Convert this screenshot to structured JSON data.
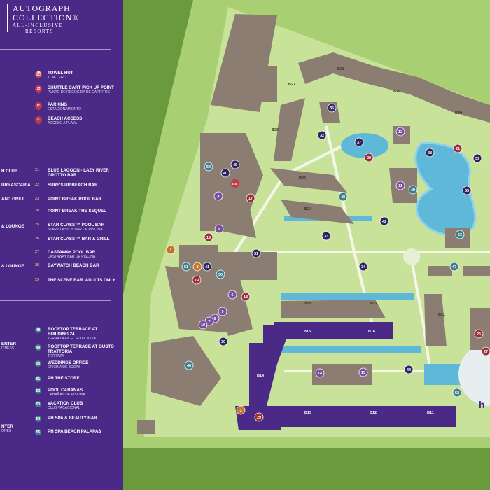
{
  "brand": {
    "line1": "AUTOGRAPH",
    "line2": "COLLECTION®",
    "line3": "ALL-INCLUSIVE",
    "line4": "RESORTS"
  },
  "legend_services": [
    {
      "icon": "towel-hut-icon",
      "title": "TOWEL HUT",
      "sub": "TOALLERO"
    },
    {
      "icon": "shuttle-icon",
      "title": "SHUTTLE CART PICK UP POINT",
      "sub": "PUNTO DE RECOGIDA DE CARRITOS"
    },
    {
      "icon": "parking-icon",
      "title": "PARKING",
      "sub": "ESTACIONAMIENTO"
    },
    {
      "icon": "beach-access-icon",
      "title": "BEACH ACCESS",
      "sub": "ACCESO A PLAYA"
    }
  ],
  "legend_left_partial": [
    "H CLUB",
    "URRASCARIA.",
    "AND GRILL.",
    "& LOUNGE",
    "",
    "& LOUNGE"
  ],
  "legend_bars": [
    {
      "n": "21",
      "title": "BLUE LAGOON - LAZY RIVER GROTTO BAR",
      "sub": ""
    },
    {
      "n": "22",
      "title": "SURF'S UP BEACH BAR",
      "sub": ""
    },
    {
      "n": "23",
      "title": "POINT BREAK POOL BAR",
      "sub": ""
    },
    {
      "n": "24",
      "title": "POINT BREAK THE SEQUEL",
      "sub": ""
    },
    {
      "n": "25",
      "title": "STAR CLASS ™ POOL BAR",
      "sub": "STAR CLASS ™ BAR DE PISCINA"
    },
    {
      "n": "26",
      "title": "STAR CLASS ™ BAR & GRILL",
      "sub": ""
    },
    {
      "n": "27",
      "title": "CASTAWAY POOL BAR",
      "sub": "CASTAWAY BAR DE PISCINA"
    },
    {
      "n": "28",
      "title": "BAYWATCH BEACH BAR",
      "sub": ""
    },
    {
      "n": "29",
      "title": "THE SCENE BAR. ADULTS ONLY",
      "sub": ""
    }
  ],
  "legend_left_partial2": [
    "ENTER",
    "ITNESS",
    "",
    "",
    "",
    "NTER",
    "ONES"
  ],
  "legend_other": [
    {
      "n": "48",
      "title": "ROOFTOP TERRACE AT BUILDING 24",
      "sub": "TERRAZA EN EL EDIFICIO 24"
    },
    {
      "n": "49",
      "title": "ROOFTOP TERRACE AT GUSTO TRATTORIA",
      "sub": "TERRAZA"
    },
    {
      "n": "50",
      "title": "WEDDINGS OFFICE",
      "sub": "OFICINA DE BODAS"
    },
    {
      "n": "51",
      "title": "PH THE STORE",
      "sub": ""
    },
    {
      "n": "52",
      "title": "POOL CABANAS",
      "sub": "CABAÑAS DE PISCINA"
    },
    {
      "n": "53",
      "title": "VACATION CLUB",
      "sub": "CLUB VACACIONAL"
    },
    {
      "n": "54",
      "title": "PH SPA & BEAUTY BAR",
      "sub": ""
    },
    {
      "n": "55",
      "title": "PH SPA BEACH PALAPAS",
      "sub": ""
    }
  ],
  "map": {
    "buildings": [
      "B28",
      "B27",
      "B29",
      "B30",
      "B26",
      "B25",
      "B24",
      "B23",
      "B22",
      "B21",
      "B15",
      "B16",
      "B14",
      "B13",
      "B12",
      "B11"
    ],
    "markers": [
      "36",
      "32",
      "37",
      "12",
      "38",
      "21",
      "39",
      "20",
      "11",
      "49",
      "35",
      "53",
      "48",
      "54",
      "40",
      "45",
      "4",
      "17",
      "42",
      "33",
      "34",
      "47",
      "31",
      "16",
      "5",
      "1",
      "51",
      "2",
      "41",
      "19",
      "50",
      "6",
      "18",
      "9",
      "8",
      "7",
      "10",
      "30",
      "14",
      "15",
      "46",
      "44",
      "52",
      "3",
      "29",
      "26",
      "27"
    ],
    "atm": "ATM",
    "logo_partial": "h"
  },
  "colors": {
    "sidebar": "#4a2a86",
    "grass": "#6a9a3c",
    "lawn": "#c9e29a",
    "building": "#8c7d72",
    "water": "#5fb8d8",
    "purple_bldg": "#4a2a86",
    "red_marker": "#c23a4a"
  }
}
